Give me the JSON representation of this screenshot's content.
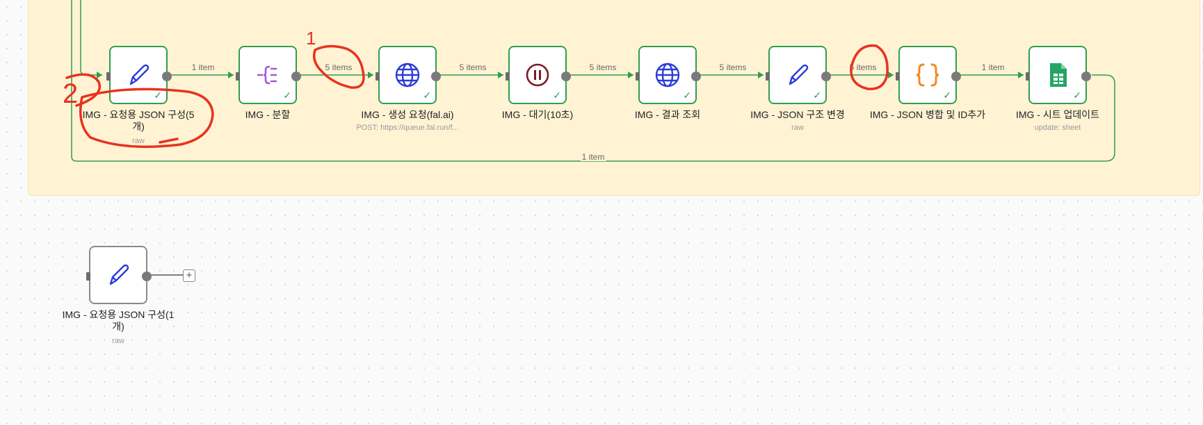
{
  "nodes": [
    {
      "label": "IMG - 요청용 JSON 구성(5\n개)",
      "sub": "raw",
      "icon": "pencil-icon"
    },
    {
      "label": "IMG - 분할",
      "sub": "",
      "icon": "split-out-icon"
    },
    {
      "label": "IMG - 생성 요청(fal.ai)",
      "sub": "POST: https://queue.fal.run/f...",
      "icon": "globe-icon"
    },
    {
      "label": "IMG - 대기(10초)",
      "sub": "",
      "icon": "pause-icon"
    },
    {
      "label": "IMG - 결과 조회",
      "sub": "",
      "icon": "globe-icon"
    },
    {
      "label": "IMG - JSON 구조 변경",
      "sub": "raw",
      "icon": "pencil-icon"
    },
    {
      "label": "IMG - JSON 병합 및 ID추가",
      "sub": "",
      "icon": "braces-icon"
    },
    {
      "label": "IMG - 시트 업데이트",
      "sub": "update: sheet",
      "icon": "google-sheets-icon"
    }
  ],
  "connections": [
    "1 item",
    "5 items",
    "5 items",
    "5 items",
    "5 items",
    "5 items",
    "1 item"
  ],
  "loop_connection": "1 item",
  "standalone_node": {
    "label": "IMG - 요청용 JSON 구성(1\n개)",
    "sub": "raw",
    "icon": "pencil-icon"
  },
  "annotations": {
    "mark_1": "1",
    "mark_2": "2"
  },
  "colors": {
    "success": "#2f9e4f",
    "sticky": "#fff3d4",
    "annotation": "#e8321e",
    "globe": "#2b3bd9",
    "pause": "#7a1a2a",
    "braces": "#f08a24",
    "sheets": "#23a566",
    "split": "#a35ad8"
  }
}
